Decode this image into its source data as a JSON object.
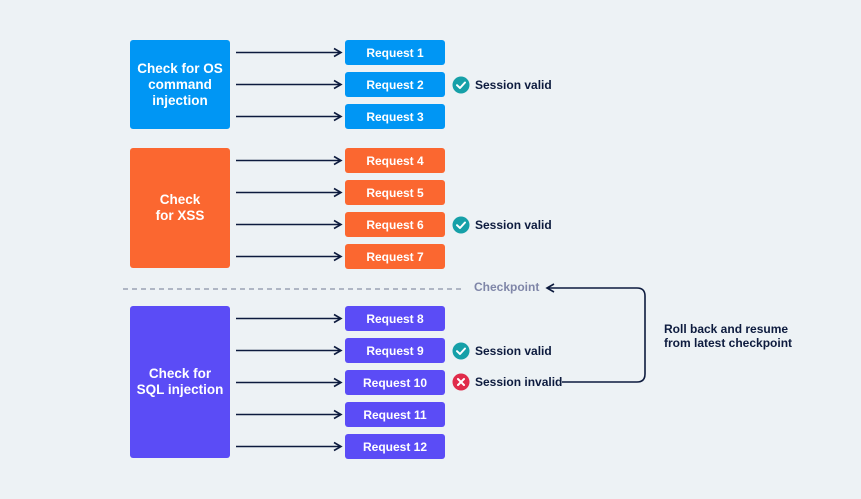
{
  "colors": {
    "os": "#0096f4",
    "xss": "#fb6730",
    "sql": "#5b4cf6",
    "arrow": "#0d1b3e",
    "valid_icon": "#16a0a8",
    "invalid_icon": "#e02b4a",
    "dashed": "#8a93a8"
  },
  "groups": [
    {
      "id": "os",
      "check_label": "Check for OS\ncommand\ninjection",
      "requests": [
        "Request 1",
        "Request 2",
        "Request 3"
      ]
    },
    {
      "id": "xss",
      "check_label": "Check\nfor XSS",
      "requests": [
        "Request 4",
        "Request 5",
        "Request 6",
        "Request 7"
      ]
    },
    {
      "id": "sql",
      "check_label": "Check for\nSQL injection",
      "requests": [
        "Request 8",
        "Request 9",
        "Request 10",
        "Request 11",
        "Request 12"
      ]
    }
  ],
  "statuses": {
    "request2": {
      "text": "Session valid",
      "icon": "check-circle-icon"
    },
    "request6": {
      "text": "Session valid",
      "icon": "check-circle-icon"
    },
    "request9": {
      "text": "Session valid",
      "icon": "check-circle-icon"
    },
    "request10": {
      "text": "Session invalid",
      "icon": "x-circle-icon"
    }
  },
  "checkpoint": "Checkpoint",
  "rollback": "Roll back and resume\nfrom latest checkpoint"
}
